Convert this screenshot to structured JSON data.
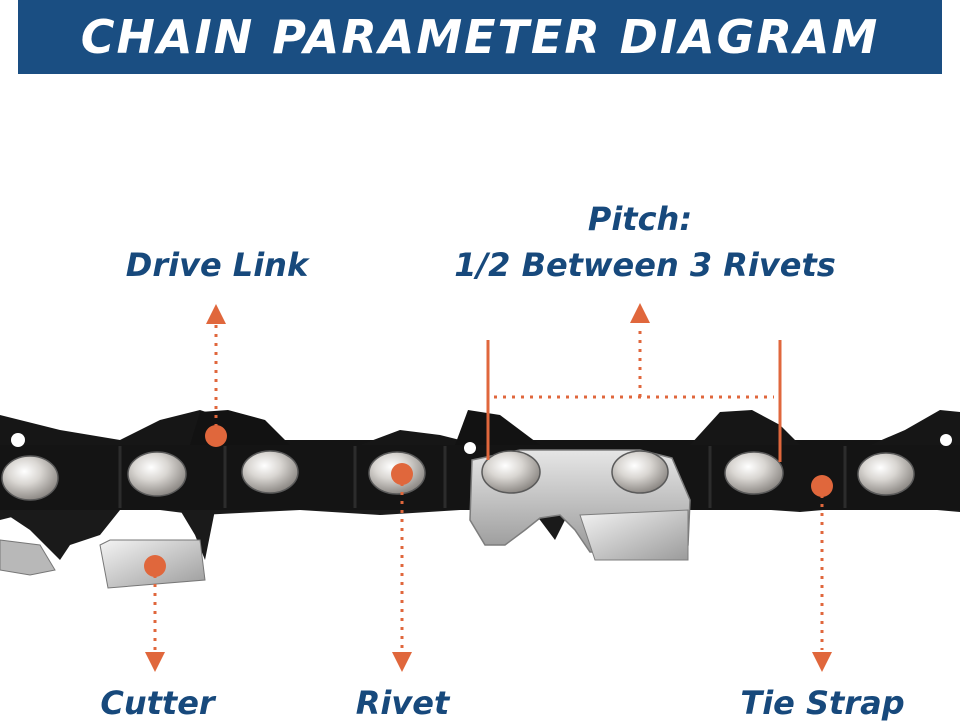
{
  "title": "CHAIN PARAMETER DIAGRAM",
  "labels": {
    "drive_link": "Drive Link",
    "pitch_line1": "Pitch:",
    "pitch_line2": "1/2 Between 3 Rivets",
    "cutter": "Cutter",
    "rivet": "Rivet",
    "tie_strap": "Tie Strap"
  },
  "colors": {
    "title_bg": "#1a4e82",
    "title_text": "#ffffff",
    "label": "#17497c",
    "accent": "#e0673c",
    "chain_dark": "#151515",
    "steel": "#c8c8c8"
  }
}
